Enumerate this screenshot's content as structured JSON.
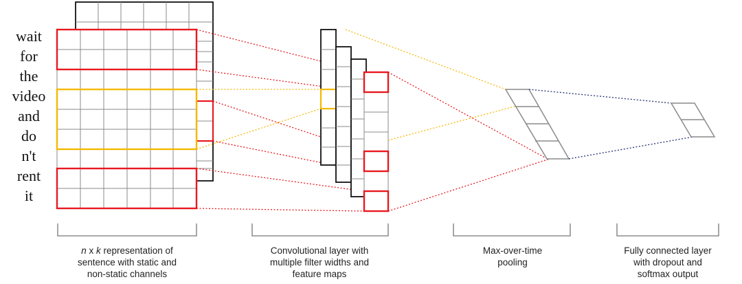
{
  "sentence_words": [
    "wait",
    "for",
    "the",
    "video",
    "and",
    "do",
    "n't",
    "rent",
    "it"
  ],
  "captions": {
    "representation": {
      "line1_italic_n": "n",
      "line1_x": " x ",
      "line1_italic_k": "k",
      "line1_rest": " representation of",
      "line2": "sentence with static and",
      "line3": "non-static channels"
    },
    "convolution": {
      "line1": "Convolutional layer with",
      "line2": "multiple filter widths and",
      "line3": "feature maps"
    },
    "pooling": {
      "line1": "Max-over-time",
      "line2": "pooling"
    },
    "output": {
      "line1": "Fully connected layer",
      "line2": "with dropout and",
      "line3": "softmax output"
    }
  },
  "colors": {
    "red_filter": "#e8191f",
    "yellow_filter": "#f5b800",
    "dense_connection": "#1f2f6e",
    "grid_black": "#111111",
    "grid_gray": "#8a8a8a"
  }
}
